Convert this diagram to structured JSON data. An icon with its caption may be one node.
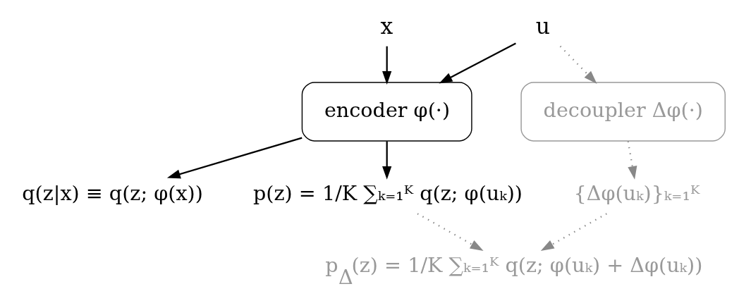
{
  "diagram": {
    "nodes": [
      {
        "text": [
          "x"
        ]
      },
      {
        "text": [
          "u"
        ]
      },
      {
        "text": [
          "encoder φ(·)"
        ]
      },
      {
        "text": [
          "decoupler Δφ(·)"
        ]
      },
      {
        "text": [
          "q(z|x) ≡ q(z; φ(x))"
        ]
      },
      {
        "text": [
          "p(z) = 1/K ∑ₖ₌₁ᴷ q(z; φ(uₖ))"
        ]
      },
      {
        "text": [
          "{Δφ(uₖ)}ₖ₌₁ᴷ"
        ]
      },
      {
        "text": [
          "p$_{Δ}$(z) = 1/K ∑ₖ₌₁ᴷ q(z; φ(uₖ) + Δφ(uₖ))"
        ]
      }
    ],
    "edges": [
      {
        "from": 0,
        "to": 2,
        "arrow": "to"
      },
      {
        "from": 1,
        "to": 2,
        "arrow": "to"
      },
      {
        "from": 1,
        "to": 3,
        "arrow": "to",
        "style": "dashed",
        "color": "#888888"
      },
      {
        "from": 2,
        "to": 4,
        "arrow": "to"
      },
      {
        "from": 2,
        "to": 5,
        "arrow": "to"
      },
      {
        "from": 3,
        "to": 6,
        "arrow": "to",
        "style": "dashed",
        "color": "#888888"
      },
      {
        "from": 5,
        "to": 7,
        "arrow": "to",
        "style": "dashed",
        "color": "#888888"
      },
      {
        "from": 6,
        "to": 7,
        "arrow": "to",
        "style": "dashed",
        "color": "#888888"
      }
    ]
  }
}
